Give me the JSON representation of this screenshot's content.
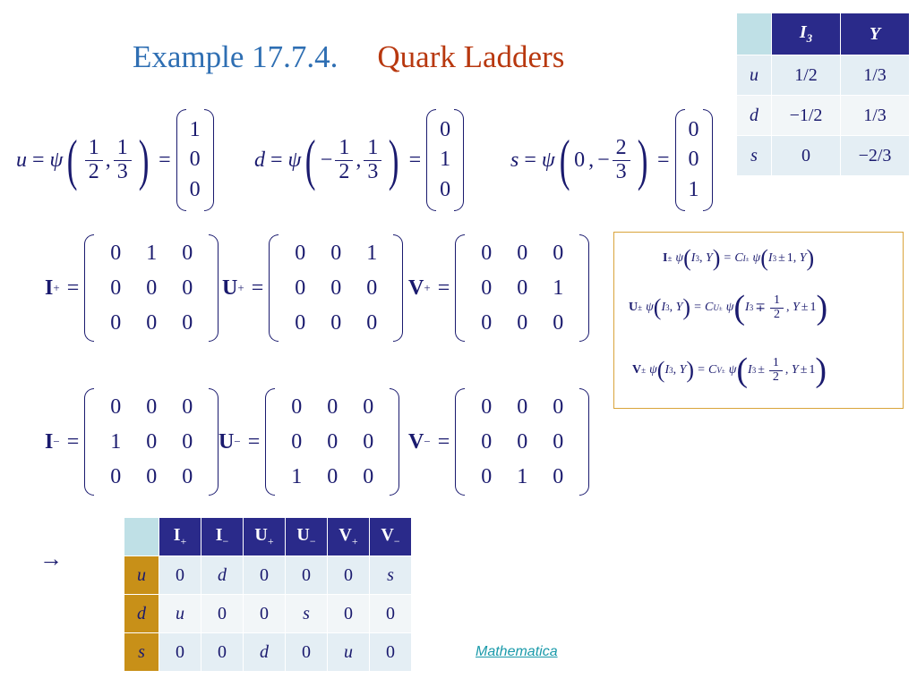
{
  "title": {
    "example": "Example 17.7.4",
    "dot": ".",
    "topic": "Quark Ladders"
  },
  "arrow": "→",
  "link": {
    "label": "Mathematica"
  },
  "quantum_table": {
    "headers": [
      "I3",
      "Y"
    ],
    "rows": [
      {
        "label": "u",
        "values": [
          "1/2",
          "1/3"
        ]
      },
      {
        "label": "d",
        "values": [
          "−1/2",
          "1/3"
        ]
      },
      {
        "label": "s",
        "values": [
          "0",
          "−2/3"
        ]
      }
    ]
  },
  "ladder_table": {
    "headers": [
      "I+",
      "I−",
      "U+",
      "U−",
      "V+",
      "V−"
    ],
    "rows": [
      {
        "label": "u",
        "values": [
          "0",
          "d",
          "0",
          "0",
          "0",
          "s"
        ]
      },
      {
        "label": "d",
        "values": [
          "u",
          "0",
          "0",
          "s",
          "0",
          "0"
        ]
      },
      {
        "label": "s",
        "values": [
          "0",
          "0",
          "d",
          "0",
          "u",
          "0"
        ]
      }
    ]
  },
  "states": [
    {
      "name": "u",
      "sign": "",
      "a": "1",
      "b": "2",
      "c": "1",
      "d": "3",
      "vec": [
        "1",
        "0",
        "0"
      ]
    },
    {
      "name": "d",
      "sign": "−",
      "a": "1",
      "b": "2",
      "c": "1",
      "d": "3",
      "vec": [
        "0",
        "1",
        "0"
      ]
    },
    {
      "name": "s",
      "sign": "",
      "a": "0",
      "b": "",
      "c": "2",
      "d": "3",
      "vec": [
        "0",
        "0",
        "1"
      ]
    }
  ],
  "matrices_plus": [
    {
      "op": "I",
      "sub": "+",
      "rows": [
        [
          "0",
          "1",
          "0"
        ],
        [
          "0",
          "0",
          "0"
        ],
        [
          "0",
          "0",
          "0"
        ]
      ]
    },
    {
      "op": "U",
      "sub": "+",
      "rows": [
        [
          "0",
          "0",
          "1"
        ],
        [
          "0",
          "0",
          "0"
        ],
        [
          "0",
          "0",
          "0"
        ]
      ]
    },
    {
      "op": "V",
      "sub": "+",
      "rows": [
        [
          "0",
          "0",
          "0"
        ],
        [
          "0",
          "0",
          "1"
        ],
        [
          "0",
          "0",
          "0"
        ]
      ]
    }
  ],
  "matrices_minus": [
    {
      "op": "I",
      "sub": "−",
      "rows": [
        [
          "0",
          "0",
          "0"
        ],
        [
          "1",
          "0",
          "0"
        ],
        [
          "0",
          "0",
          "0"
        ]
      ]
    },
    {
      "op": "U",
      "sub": "−",
      "rows": [
        [
          "0",
          "0",
          "0"
        ],
        [
          "0",
          "0",
          "0"
        ],
        [
          "1",
          "0",
          "0"
        ]
      ]
    },
    {
      "op": "V",
      "sub": "−",
      "rows": [
        [
          "0",
          "0",
          "0"
        ],
        [
          "0",
          "0",
          "0"
        ],
        [
          "0",
          "1",
          "0"
        ]
      ]
    }
  ],
  "formulas": {
    "psi": "ψ",
    "I3": "I",
    "three": "3",
    "Y": "Y",
    "C": "C",
    "pm": "±",
    "mp": "∓",
    "one": "1",
    "half_num": "1",
    "half_den": "2",
    "ops": [
      "I",
      "U",
      "V"
    ]
  },
  "colors": {
    "title": "#2f6fb3",
    "topic": "#b8380f",
    "header": "#2a2a8a",
    "corner": "#bfe0e6",
    "row_accent": "#c89018",
    "box_border": "#d9a43b",
    "link": "#1a9aaa"
  }
}
